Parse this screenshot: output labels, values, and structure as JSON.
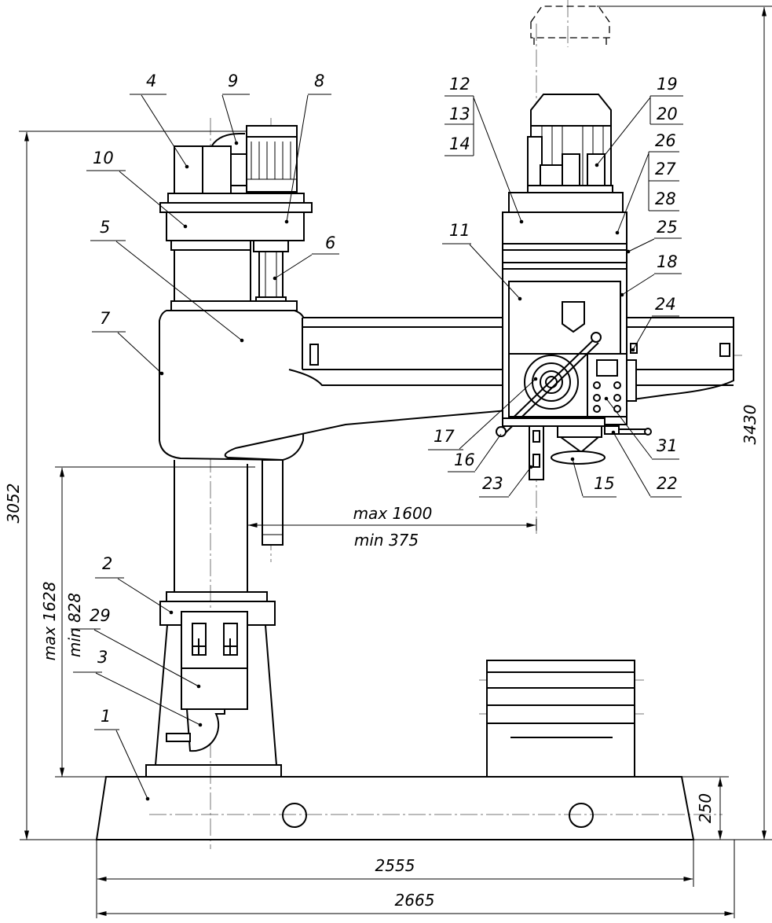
{
  "part_labels": {
    "p1": "1",
    "p2": "2",
    "p3": "3",
    "p4": "4",
    "p5": "5",
    "p6": "6",
    "p7": "7",
    "p8": "8",
    "p9": "9",
    "p10": "10",
    "p11": "11",
    "p12": "12",
    "p13": "13",
    "p14": "14",
    "p15": "15",
    "p16": "16",
    "p17": "17",
    "p18": "18",
    "p19": "19",
    "p20": "20",
    "p22": "22",
    "p23": "23",
    "p24": "24",
    "p25": "25",
    "p26": "26",
    "p27": "27",
    "p28": "28",
    "p29": "29",
    "p31": "31"
  },
  "dimensions": {
    "height_column": "3052",
    "height_total": "3430",
    "column_range_max": "max 1628",
    "column_range_min": "min 828",
    "reach_max": "max 1600",
    "reach_min": "min 375",
    "base_height": "250",
    "base_length": "2555",
    "overall_length": "2665"
  }
}
